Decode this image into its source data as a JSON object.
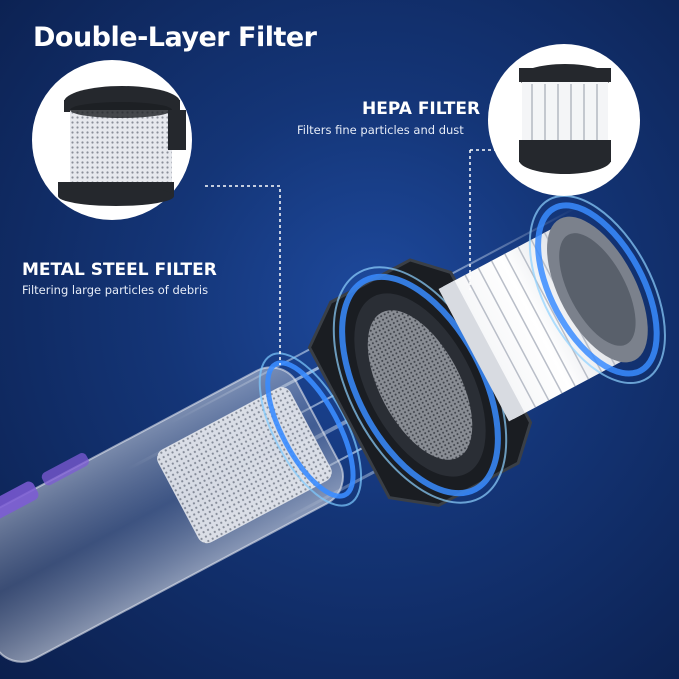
{
  "headline": "Double-Layer Filter",
  "callouts": {
    "hepa": {
      "title": "HEPA FILTER",
      "subtitle": "Filters fine particles and dust"
    },
    "metal": {
      "title": "METAL STEEL FILTER",
      "subtitle": "Filtering large particles of debris"
    }
  },
  "colors": {
    "background_center": "#1e4a9e",
    "background_edge": "#0b1f4d",
    "glow": "#4aa8ff",
    "accent_purple": "#7d5bd6",
    "text": "#ffffff"
  }
}
